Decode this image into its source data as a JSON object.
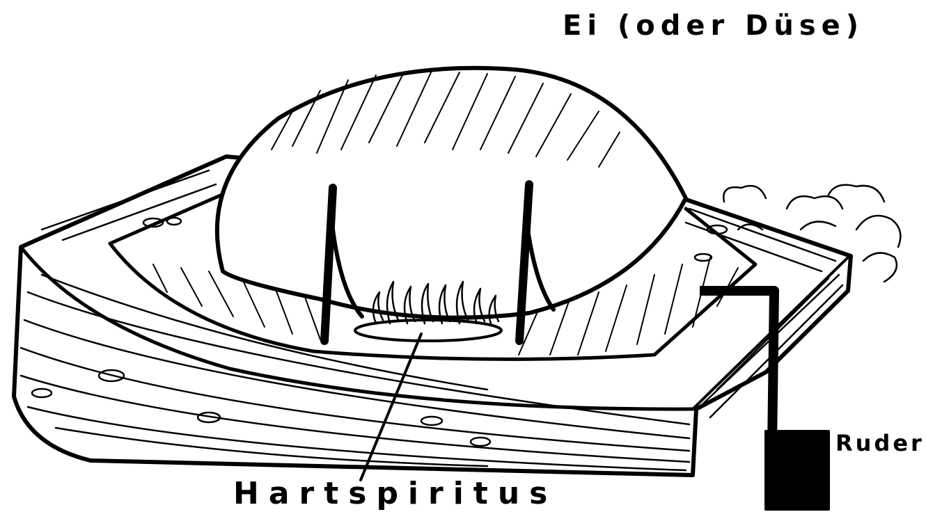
{
  "labels": {
    "egg": "Ei (oder Düse)",
    "rudder": "Ruder",
    "fuel": "Hartspiritus"
  },
  "colors": {
    "ink": "#000000",
    "paper": "#ffffff"
  }
}
